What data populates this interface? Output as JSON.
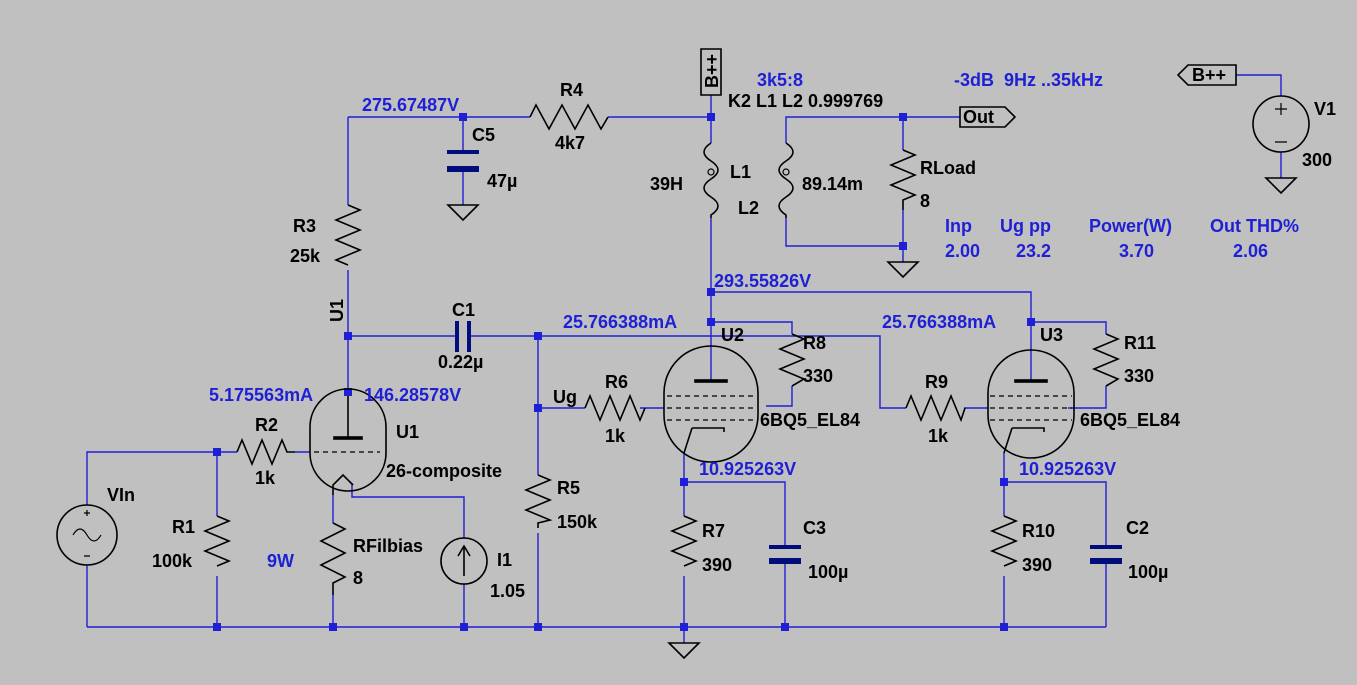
{
  "colors": {
    "background": "#c0c0c0",
    "wire": "#1f1fd6",
    "component": "#000000",
    "annotation": "#1f1fd6",
    "capacitor_plate": "#000d7a"
  },
  "labels": {
    "R1": {
      "name": "R1",
      "value": "100k"
    },
    "R2": {
      "name": "R2",
      "value": "1k"
    },
    "R3": {
      "name": "R3",
      "value": "25k"
    },
    "R4": {
      "name": "R4",
      "value": "4k7"
    },
    "R5": {
      "name": "R5",
      "value": "150k"
    },
    "R6": {
      "name": "R6",
      "value": "1k"
    },
    "R7": {
      "name": "R7",
      "value": "390"
    },
    "R8": {
      "name": "R8",
      "value": "330"
    },
    "R9": {
      "name": "R9",
      "value": "1k"
    },
    "R10": {
      "name": "R10",
      "value": "390"
    },
    "R11": {
      "name": "R11",
      "value": "330"
    },
    "RFilbias": {
      "name": "RFilbias",
      "value": "8"
    },
    "RLoad": {
      "name": "RLoad",
      "value": "8"
    },
    "C1": {
      "name": "C1",
      "value": "0.22µ"
    },
    "C2": {
      "name": "C2",
      "value": "100µ"
    },
    "C3": {
      "name": "C3",
      "value": "100µ"
    },
    "C5": {
      "name": "C5",
      "value": "47µ"
    },
    "L1": {
      "name": "L1",
      "value": "39H"
    },
    "L2": {
      "name": "L2",
      "value": "89.14m"
    },
    "I1": {
      "name": "I1",
      "value": "1.05"
    },
    "V1": {
      "name": "V1",
      "value": "300"
    },
    "VIn": {
      "name": "VIn"
    },
    "U1": {
      "name": "U1",
      "model": "26-composite"
    },
    "U2": {
      "name": "U2",
      "model": "6BQ5_EL84"
    },
    "U3": {
      "name": "U3",
      "model": "6BQ5_EL84"
    },
    "U1_node": "U1",
    "ug_node": "Ug",
    "coupling": "K2 L1 L2 0.999769",
    "bpp": "B++",
    "out": "Out"
  },
  "annotations": {
    "v_c5": "275.67487V",
    "ratio": "3k5:8",
    "bandwidth": "-3dB  9Hz ..35kHz",
    "v_b_plate": "293.55826V",
    "i_u2": "25.766388mA",
    "i_u3": "25.766388mA",
    "i_u1": "5.175563mA",
    "v_u1": "146.28578V",
    "v_k_u2": "10.925263V",
    "v_k_u3": "10.925263V",
    "fil_power": "9W"
  },
  "measurements": {
    "headers": [
      "Inp",
      "Ug pp",
      "Power(W)",
      "Out THD%"
    ],
    "values": [
      "2.00",
      "23.2",
      "3.70",
      "2.06"
    ]
  }
}
